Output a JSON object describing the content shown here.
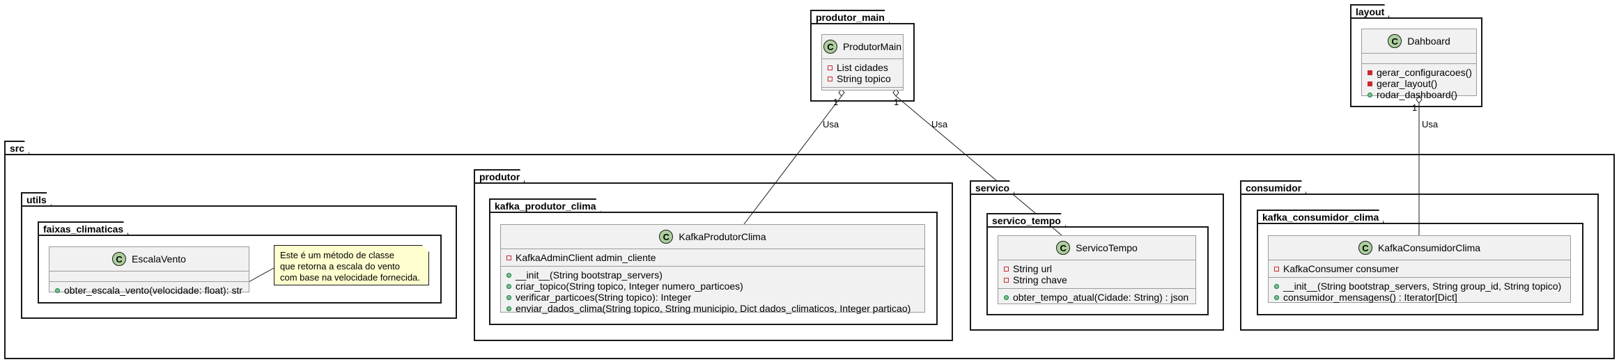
{
  "packages": {
    "produtor_main": "produtor_main",
    "layout": "layout",
    "src": "src",
    "utils": "utils",
    "faixas_climaticas": "faixas_climaticas",
    "produtor": "produtor",
    "kafka_produtor_clima": "kafka_produtor_clima",
    "servico": "servico",
    "servico_tempo": "servico_tempo",
    "consumidor": "consumidor",
    "kafka_consumidor_clima": "kafka_consumidor_clima"
  },
  "classes": {
    "produtor_main": {
      "name": "ProdutorMain",
      "attributes": [
        "List cidades",
        "String topico"
      ],
      "methods": []
    },
    "dashboard": {
      "name": "Dahboard",
      "attributes": [],
      "methods": [
        "gerar_configuracoes()",
        "gerar_layout()",
        "rodar_dashboard()"
      ]
    },
    "escala_vento": {
      "name": "EscalaVento",
      "attributes": [],
      "methods": [
        "obter_escala_vento(velocidade: float): str"
      ]
    },
    "kafka_produtor_clima": {
      "name": "KafkaProdutorClima",
      "attributes": [
        "KafkaAdminClient admin_cliente"
      ],
      "methods": [
        "__init__(String bootstrap_servers)",
        "criar_topico(String topico, Integer numero_particoes)",
        "verificar_particoes(String topico): Integer",
        "enviar_dados_clima(String topico, String municipio, Dict dados_climaticos,  Integer particao)"
      ]
    },
    "servico_tempo": {
      "name": "ServicoTempo",
      "attributes": [
        "String url",
        "String chave"
      ],
      "methods": [
        "obter_tempo_atual(Cidade: String) : json"
      ]
    },
    "kafka_consumidor_clima": {
      "name": "KafkaConsumidorClima",
      "attributes": [
        "KafkaConsumer consumer"
      ],
      "methods": [
        "__init__(String bootstrap_servers, String group_id, String topico)",
        "consumidor_mensagens() : Iterator[Dict]"
      ]
    }
  },
  "note": {
    "lines": [
      "Este é um método de classe",
      "que retorna a escala do vento",
      "com base na velocidade fornecida."
    ]
  },
  "relations": {
    "r1": {
      "label": "Usa",
      "multiplicity": "1"
    },
    "r2": {
      "label": "Usa",
      "multiplicity": "1"
    },
    "r3": {
      "label": "Usa",
      "multiplicity": "1"
    }
  }
}
